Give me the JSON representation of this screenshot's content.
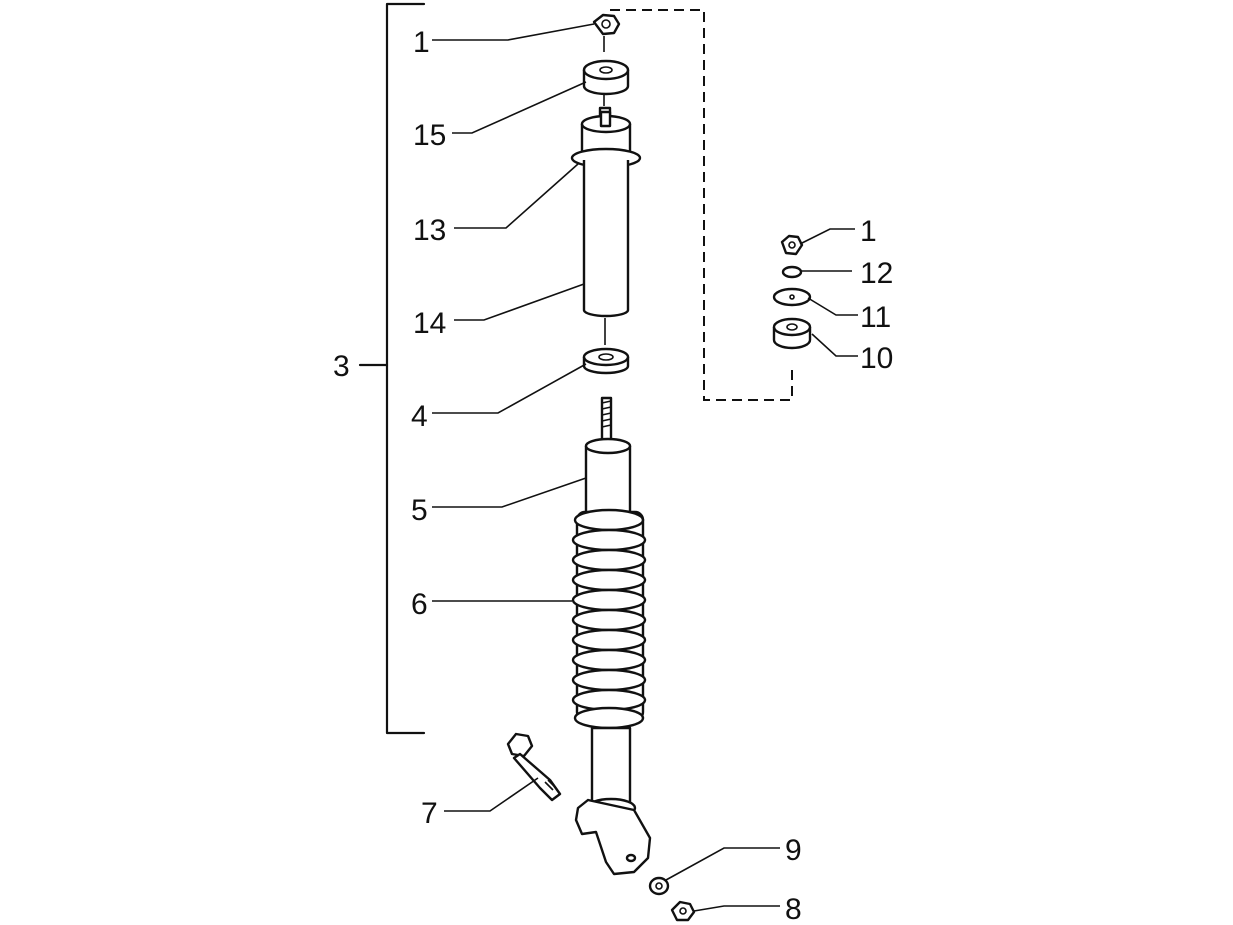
{
  "callouts": {
    "c1_top": "1",
    "c15": "15",
    "c13": "13",
    "c14": "14",
    "c3": "3",
    "c4": "4",
    "c5": "5",
    "c6": "6",
    "c7": "7",
    "c1_right": "1",
    "c12": "12",
    "c11": "11",
    "c10": "10",
    "c9": "9",
    "c8": "8"
  }
}
